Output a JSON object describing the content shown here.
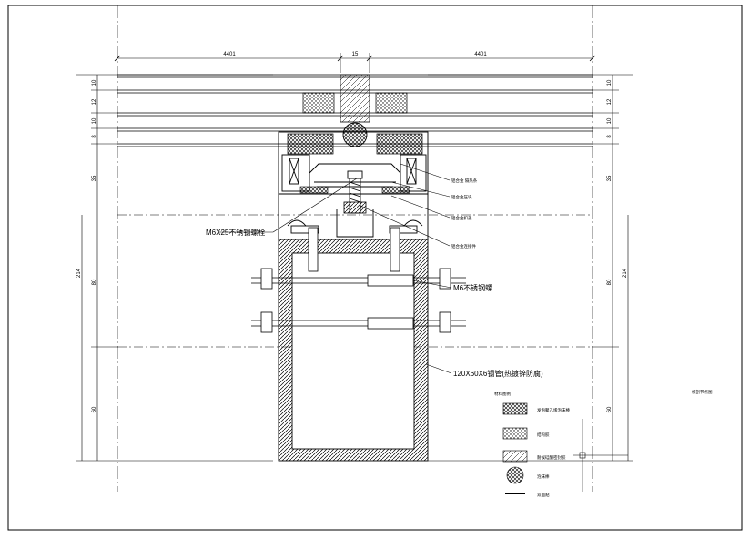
{
  "drawing": {
    "top_dims": [
      "4401",
      "15",
      "4401"
    ],
    "left_dims": [
      "10",
      "12",
      "10",
      "8",
      "35",
      "214",
      "80",
      "60"
    ],
    "right_dims": [
      "10",
      "12",
      "10",
      "8",
      "35",
      "214",
      "80",
      "60"
    ],
    "labels": {
      "screw_top": "M6X25不锈钢螺栓",
      "screw_mid": "M6不锈钢螺",
      "tube": "120X60X6钢管(热镀锌防腐)",
      "title_right": "横剖节点图"
    },
    "leaders_right": [
      "铝合金 隔热条",
      "铝合金压块",
      "铝合金扣盖",
      "铝合金连接件"
    ],
    "legend": {
      "title": "材料图例",
      "items": [
        "发泡聚乙烯泡沫棒",
        "结构胶",
        "耐候硅酮密封胶",
        "泡沫棒",
        "双面贴"
      ]
    },
    "colors": {
      "line": "#000000",
      "hatch": "#000000",
      "background": "#ffffff"
    }
  }
}
